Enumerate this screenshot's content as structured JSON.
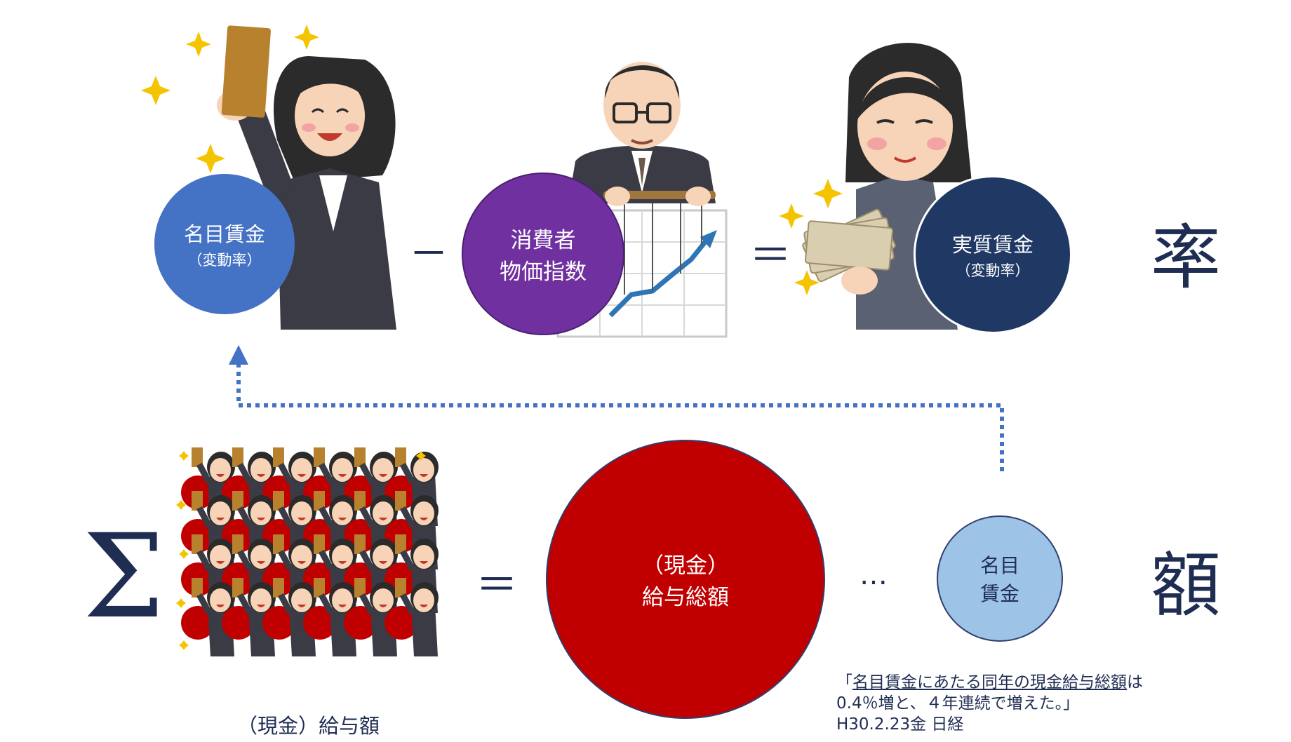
{
  "colors": {
    "nominal": "#4472c4",
    "cpi": "#7030a0",
    "real": "#1f3864",
    "total": "#c00000",
    "nominal_small": "#9dc3e6",
    "navy_text": "#1f2d52",
    "arrow": "#4472c4"
  },
  "top_row": {
    "nominal_circle": {
      "title": "名目賃金",
      "sub": "（変動率）"
    },
    "minus": "－",
    "cpi_circle": {
      "line1": "消費者",
      "line2": "物価指数"
    },
    "equals": "＝",
    "real_circle": {
      "title": "実質賃金",
      "sub": "（変動率）"
    },
    "rate_char": "率"
  },
  "bottom_row": {
    "sigma": "Σ",
    "group_caption": "（現金）給与額",
    "equals": "＝",
    "total_circle": {
      "line1": "（現金）",
      "line2": "給与総額"
    },
    "ellipsis": "…",
    "nominal_small_circle": {
      "line1": "名目",
      "line2": "賃金"
    },
    "amount_char": "額"
  },
  "quote": {
    "open": "「",
    "underlined": "名目賃金にあたる同年の現金給与総額",
    "rest_line1": "は",
    "line2": "0.4％増と、４年連続で増えた。」",
    "source": "H30.2.23金 日経"
  },
  "icons": {
    "woman_envelope": "woman-holding-envelope-icon",
    "man_presenter": "man-presenting-chart-icon",
    "woman_money": "woman-holding-money-icon",
    "crowd": "crowd-of-workers-icon",
    "arrow": "dotted-arrow-icon"
  }
}
